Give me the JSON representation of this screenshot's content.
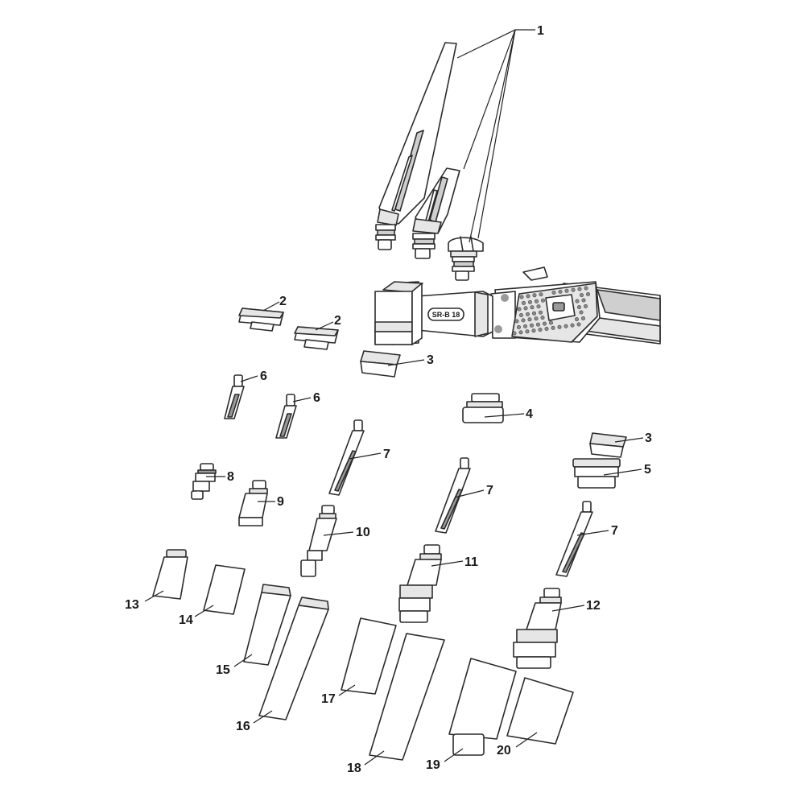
{
  "diagram": {
    "torch_badge": "SR-B 18",
    "callouts": [
      {
        "id": "c1",
        "text": "1"
      },
      {
        "id": "c2a",
        "text": "2"
      },
      {
        "id": "c2b",
        "text": "2"
      },
      {
        "id": "c3a",
        "text": "3"
      },
      {
        "id": "c3b",
        "text": "3"
      },
      {
        "id": "c4",
        "text": "4"
      },
      {
        "id": "c5",
        "text": "5"
      },
      {
        "id": "c6a",
        "text": "6"
      },
      {
        "id": "c6b",
        "text": "6"
      },
      {
        "id": "c7a",
        "text": "7"
      },
      {
        "id": "c7b",
        "text": "7"
      },
      {
        "id": "c7c",
        "text": "7"
      },
      {
        "id": "c8",
        "text": "8"
      },
      {
        "id": "c9",
        "text": "9"
      },
      {
        "id": "c10",
        "text": "10"
      },
      {
        "id": "c11",
        "text": "11"
      },
      {
        "id": "c12",
        "text": "12"
      },
      {
        "id": "c13",
        "text": "13"
      },
      {
        "id": "c14",
        "text": "14"
      },
      {
        "id": "c15",
        "text": "15"
      },
      {
        "id": "c16",
        "text": "16"
      },
      {
        "id": "c17",
        "text": "17"
      },
      {
        "id": "c18",
        "text": "18"
      },
      {
        "id": "c19",
        "text": "19"
      },
      {
        "id": "c20",
        "text": "20"
      }
    ]
  }
}
